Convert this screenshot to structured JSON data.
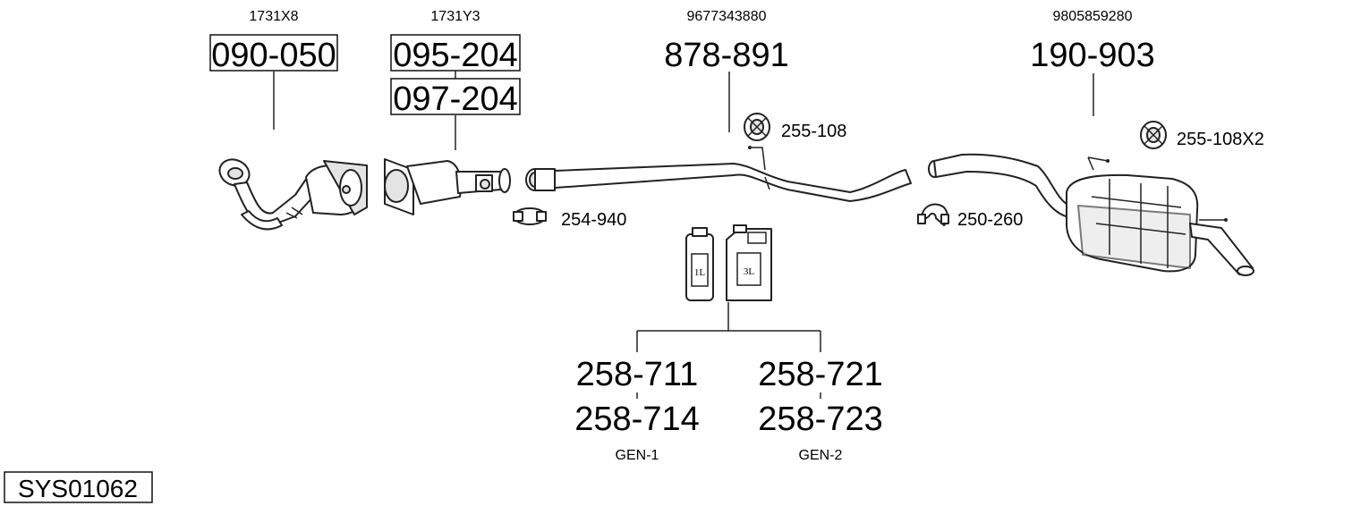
{
  "parts": {
    "manifold": {
      "oe_number": "1731X8",
      "part_number": "090-050"
    },
    "catalyst": {
      "oe_number": "1731Y3",
      "part_number_1": "095-204",
      "part_number_2": "097-204"
    },
    "middle_pipe": {
      "oe_number": "9677343880",
      "part_number": "878-891"
    },
    "rear_silencer": {
      "oe_number": "9805859280",
      "part_number": "190-903"
    }
  },
  "accessories": {
    "hanger_1": "255-108",
    "hanger_2": "255-108X2",
    "clamp_1": "254-940",
    "clamp_2": "250-260"
  },
  "paste": {
    "can_small_label": "1L",
    "can_large_label": "3L",
    "gen1": {
      "part_1": "258-711",
      "part_2": "258-714",
      "label": "GEN-1"
    },
    "gen2": {
      "part_1": "258-721",
      "part_2": "258-723",
      "label": "GEN-2"
    }
  },
  "system_id": "SYS01062"
}
